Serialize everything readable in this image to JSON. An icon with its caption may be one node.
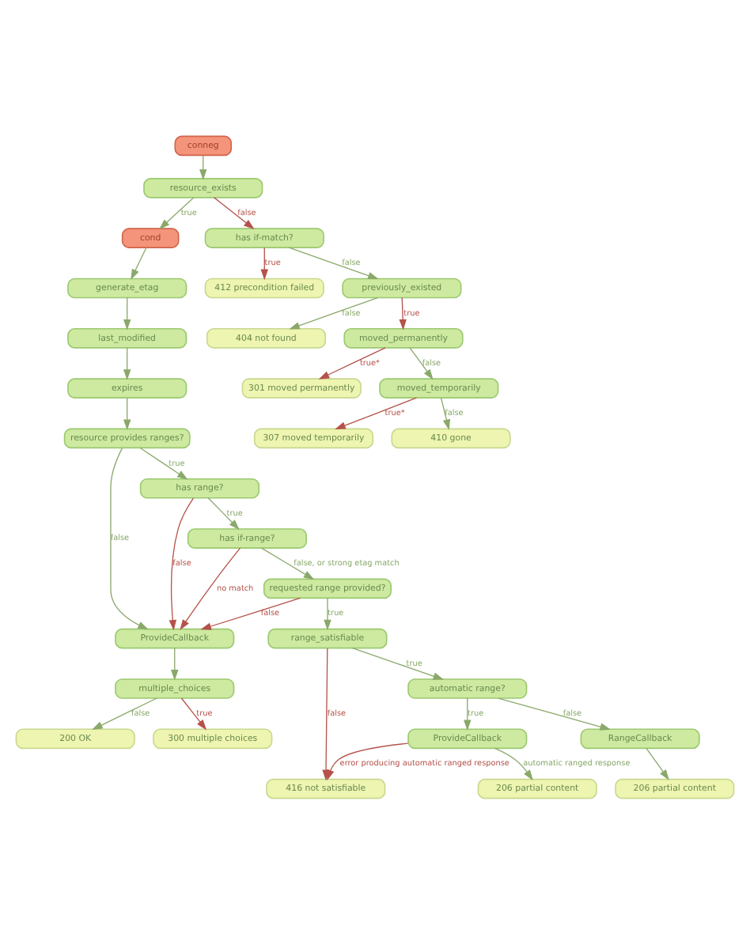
{
  "diagram": {
    "nodes": [
      {
        "text": [
          "conneg"
        ]
      },
      {
        "text": [
          "resource_exists"
        ]
      },
      {
        "text": [
          "cond"
        ]
      },
      {
        "text": [
          "has if-match?"
        ]
      },
      {
        "text": [
          "generate_etag"
        ]
      },
      {
        "text": [
          "412 precondition failed"
        ]
      },
      {
        "text": [
          "last_modified"
        ]
      },
      {
        "text": [
          "previously_existed"
        ]
      },
      {
        "text": [
          "expires"
        ]
      },
      {
        "text": [
          "404 not found"
        ]
      },
      {
        "text": [
          "resource provides ranges?"
        ]
      },
      {
        "text": [
          "moved_permanently"
        ]
      },
      {
        "text": [
          "ProvideCallback"
        ]
      },
      {
        "text": [
          "has range?"
        ]
      },
      {
        "text": [
          "301 moved permanently"
        ]
      },
      {
        "text": [
          "multiple_choices"
        ]
      },
      {
        "text": [
          "has if-range?"
        ]
      },
      {
        "text": [
          "moved_temporarily"
        ]
      },
      {
        "text": [
          "200 OK"
        ]
      },
      {
        "text": [
          "requested range provided?"
        ]
      },
      {
        "text": [
          "307 moved temporarily"
        ]
      },
      {
        "text": [
          "300 multiple choices"
        ]
      },
      {
        "text": [
          "range_satisfiable"
        ]
      },
      {
        "text": [
          "410 gone"
        ]
      },
      {
        "text": [
          "416 not satisfiable"
        ]
      },
      {
        "text": [
          "automatic range?"
        ]
      },
      {
        "text": [
          "ProvideCallback"
        ]
      },
      {
        "text": [
          "RangeCallback"
        ]
      },
      {
        "text": [
          "206 partial content"
        ]
      },
      {
        "text": [
          "206 partial content"
        ]
      }
    ],
    "edges": [
      {
        "from": 0,
        "to": 1,
        "arrow": "to"
      },
      {
        "from": 1,
        "to": 2,
        "arrow": "to",
        "label": "true"
      },
      {
        "from": 1,
        "to": 3,
        "arrow": "to",
        "label": "false",
        "color": "#b5524a"
      },
      {
        "from": 3,
        "to": 5,
        "arrow": "to",
        "label": "true",
        "color": "#b5524a"
      },
      {
        "from": 3,
        "to": 7,
        "arrow": "to",
        "label": "false"
      },
      {
        "from": 2,
        "to": 4,
        "arrow": "to"
      },
      {
        "from": 4,
        "to": 6,
        "arrow": "to"
      },
      {
        "from": 6,
        "to": 8,
        "arrow": "to"
      },
      {
        "from": 8,
        "to": 10,
        "arrow": "to"
      },
      {
        "from": 7,
        "to": 9,
        "arrow": "to",
        "label": "false"
      },
      {
        "from": 7,
        "to": 11,
        "arrow": "to",
        "label": "true",
        "color": "#b5524a"
      },
      {
        "from": 10,
        "to": 12,
        "arrow": "to",
        "label": "false"
      },
      {
        "from": 10,
        "to": 13,
        "arrow": "to",
        "label": "true"
      },
      {
        "from": 13,
        "to": 12,
        "arrow": "to",
        "label": "false",
        "color": "#b5524a"
      },
      {
        "from": 13,
        "to": 16,
        "arrow": "to",
        "label": "true"
      },
      {
        "from": 16,
        "to": 12,
        "arrow": "to",
        "label": "no match",
        "color": "#b5524a"
      },
      {
        "from": 16,
        "to": 19,
        "arrow": "to",
        "label": "false, or strong etag match"
      },
      {
        "from": 19,
        "to": 12,
        "arrow": "to",
        "label": "false",
        "color": "#b5524a"
      },
      {
        "from": 12,
        "to": 15,
        "arrow": "to"
      },
      {
        "from": 15,
        "to": 18,
        "arrow": "to",
        "label": "false"
      },
      {
        "from": 15,
        "to": 21,
        "arrow": "to",
        "label": "true",
        "color": "#b5524a"
      },
      {
        "from": 11,
        "to": 14,
        "arrow": "to",
        "label": "true*",
        "color": "#b5524a"
      },
      {
        "from": 11,
        "to": 17,
        "arrow": "to",
        "label": "false"
      },
      {
        "from": 17,
        "to": 20,
        "arrow": "to",
        "label": "true*",
        "color": "#b5524a"
      },
      {
        "from": 17,
        "to": 23,
        "arrow": "to",
        "label": "false"
      },
      {
        "from": 19,
        "to": 22,
        "arrow": "to",
        "label": "true"
      },
      {
        "from": 22,
        "to": 24,
        "arrow": "to",
        "label": "false",
        "color": "#b5524a"
      },
      {
        "from": 22,
        "to": 25,
        "arrow": "to",
        "label": "true"
      },
      {
        "from": 25,
        "to": 26,
        "arrow": "to",
        "label": "true"
      },
      {
        "from": 25,
        "to": 27,
        "arrow": "to",
        "label": "false"
      },
      {
        "from": 26,
        "to": 24,
        "arrow": "to",
        "label": "error producing automatic ranged response",
        "color": "#b5524a"
      },
      {
        "from": 26,
        "to": 28,
        "arrow": "to",
        "label": "automatic ranged response"
      },
      {
        "from": 27,
        "to": 29,
        "arrow": "to"
      }
    ]
  }
}
